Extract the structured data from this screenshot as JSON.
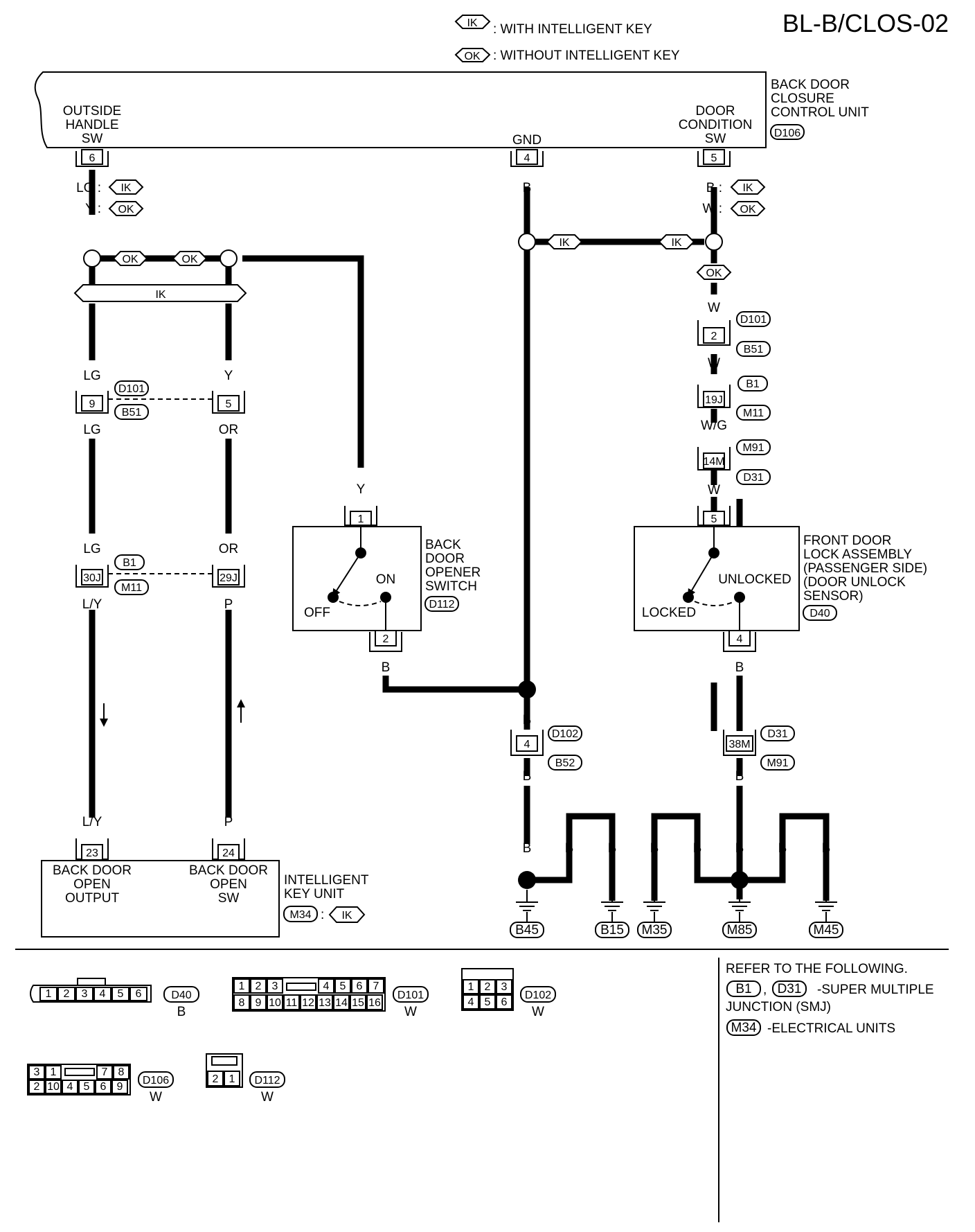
{
  "title": "BL-B/CLOS-02",
  "legend": {
    "ik_tag": "IK",
    "ik_text": ": WITH INTELLIGENT KEY",
    "ok_tag": "OK",
    "ok_text": ": WITHOUT INTELLIGENT KEY"
  },
  "control_unit": {
    "name_lines": [
      "BACK DOOR",
      "CLOSURE",
      "CONTROL UNIT"
    ],
    "connector": "D106",
    "pins": {
      "outside_handle": {
        "lines": [
          "OUTSIDE",
          "HANDLE",
          "SW"
        ],
        "pin": "6"
      },
      "gnd": {
        "lines": [
          "GND"
        ],
        "pin": "4"
      },
      "door_condition": {
        "lines": [
          "DOOR",
          "CONDITION",
          "SW"
        ],
        "pin": "5"
      }
    }
  },
  "wires": {
    "lg_ik": "LG :",
    "y_ok": "Y :",
    "b": "B",
    "b_ik": "B :",
    "w_ok": "W :",
    "lg": "LG",
    "y": "Y",
    "or": "OR",
    "ly": "L/Y",
    "p": "P",
    "w": "W",
    "wg": "W/G"
  },
  "tags": {
    "ik": "IK",
    "ok": "OK"
  },
  "connectors": {
    "d101": "D101",
    "b51": "B51",
    "b1": "B1",
    "m11": "M11",
    "m91": "M91",
    "d31": "D31",
    "d102": "D102",
    "b52": "B52",
    "d112": "D112",
    "d40": "D40",
    "m34": "M34"
  },
  "junction_pins": {
    "p9": "9",
    "p5": "5",
    "p30j": "30J",
    "p29j": "29J",
    "p2": "2",
    "p19j": "19J",
    "p14m": "14M",
    "p4": "4",
    "p38m": "38M"
  },
  "opener_switch": {
    "name_lines": [
      "BACK",
      "DOOR",
      "OPENER",
      "SWITCH"
    ],
    "pin_top": "1",
    "pin_bottom": "2",
    "on": "ON",
    "off": "OFF"
  },
  "door_lock": {
    "name_lines": [
      "FRONT DOOR",
      "LOCK ASSEMBLY",
      "(PASSENGER SIDE)",
      "(DOOR UNLOCK",
      "SENSOR)"
    ],
    "pin_top": "5",
    "pin_bottom": "4",
    "unlocked": "UNLOCKED",
    "locked": "LOCKED"
  },
  "key_unit": {
    "name_lines": [
      "INTELLIGENT",
      "KEY UNIT"
    ],
    "output_lines": [
      "BACK DOOR",
      "OPEN",
      "OUTPUT"
    ],
    "sw_lines": [
      "BACK DOOR",
      "OPEN",
      "SW"
    ],
    "pin_output": "23",
    "pin_sw": "24",
    "colon": ":"
  },
  "grounds": [
    "B45",
    "B15",
    "M35",
    "M85",
    "M45"
  ],
  "connector_views": {
    "d40": {
      "label": "D40",
      "color": "B",
      "pins": [
        "1",
        "2",
        "3",
        "4",
        "5",
        "6"
      ]
    },
    "d101": {
      "label": "D101",
      "color": "W",
      "row1": [
        "1",
        "2",
        "3",
        "4",
        "5",
        "6",
        "7"
      ],
      "row2": [
        "8",
        "9",
        "10",
        "11",
        "12",
        "13",
        "14",
        "15",
        "16"
      ]
    },
    "d102": {
      "label": "D102",
      "color": "W",
      "row1": [
        "1",
        "2",
        "3"
      ],
      "row2": [
        "4",
        "5",
        "6"
      ]
    },
    "d106": {
      "label": "D106",
      "color": "W",
      "row1": [
        "3",
        "1",
        "7",
        "8"
      ],
      "row2": [
        "2",
        "10",
        "4",
        "5",
        "6",
        "9"
      ]
    },
    "d112": {
      "label": "D112",
      "color": "W",
      "pins": [
        "2",
        "1"
      ]
    }
  },
  "refer": {
    "heading": "REFER TO THE FOLLOWING.",
    "smj_c1": "B1",
    "comma": ",",
    "smj_c2": "D31",
    "smj_line1": "-SUPER MULTIPLE",
    "smj_line2": "JUNCTION (SMJ)",
    "eu_conn": "M34",
    "eu_text": "-ELECTRICAL UNITS"
  }
}
